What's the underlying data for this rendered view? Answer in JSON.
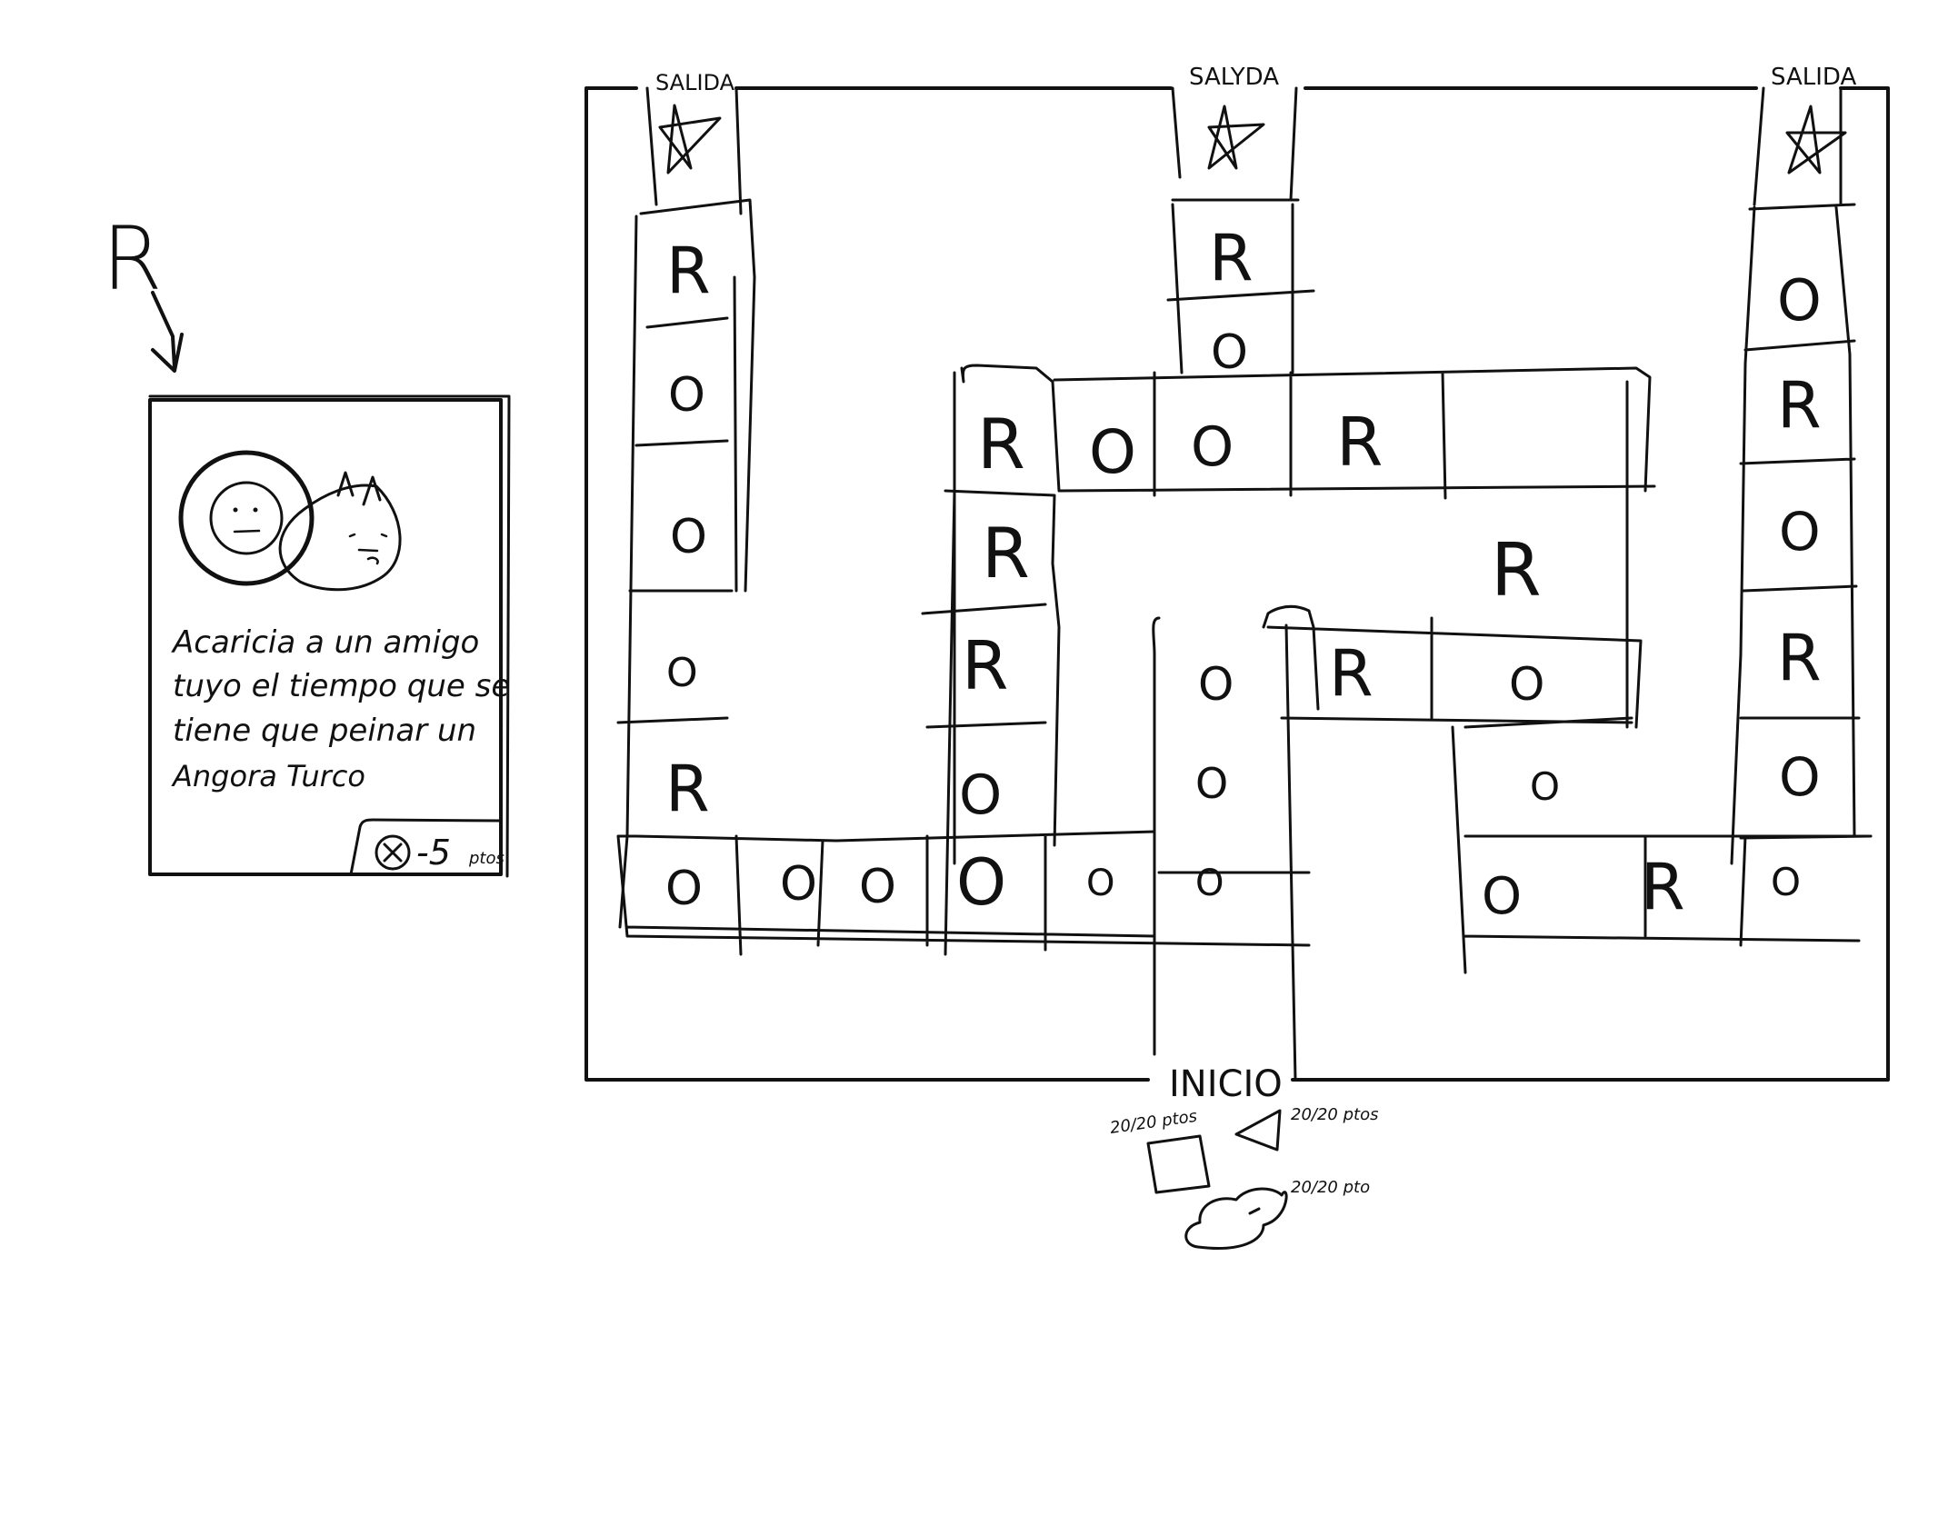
{
  "card": {
    "key_letter": "R",
    "text_lines": [
      "Acaricia a un amigo",
      "tuyo el tiempo que se",
      "tiene que peinar un",
      "Angora Turco"
    ],
    "penalty": "-5",
    "penalty_unit": "ptos"
  },
  "board": {
    "exit_label": "SALIDA",
    "exit_label_center": "SALYDA",
    "start_label": "INICIO",
    "columns": {
      "left": [
        "R",
        "O",
        "O",
        "O",
        "R"
      ],
      "center": [
        "R",
        "O"
      ],
      "right": [
        "O",
        "R",
        "O",
        "R",
        "O"
      ]
    },
    "top_row": [
      "R",
      "O",
      "O",
      "R"
    ],
    "row_r_left": [
      "R",
      "R"
    ],
    "inner_right_r": "R",
    "middle_row": [
      "O",
      "R",
      "O"
    ],
    "left_column_lower": "O",
    "center_column_lower": "O",
    "right_inner_lower": "O",
    "bottom_left_row": [
      "O",
      "O",
      "O",
      "O",
      "O",
      "O"
    ],
    "bottom_right_row": [
      "O",
      "R",
      "O"
    ]
  },
  "scores": [
    {
      "shape": "square",
      "label": "20/20 ptos"
    },
    {
      "shape": "triangle",
      "label": "20/20 ptos"
    },
    {
      "shape": "cloud",
      "label": "20/20 pto"
    }
  ]
}
